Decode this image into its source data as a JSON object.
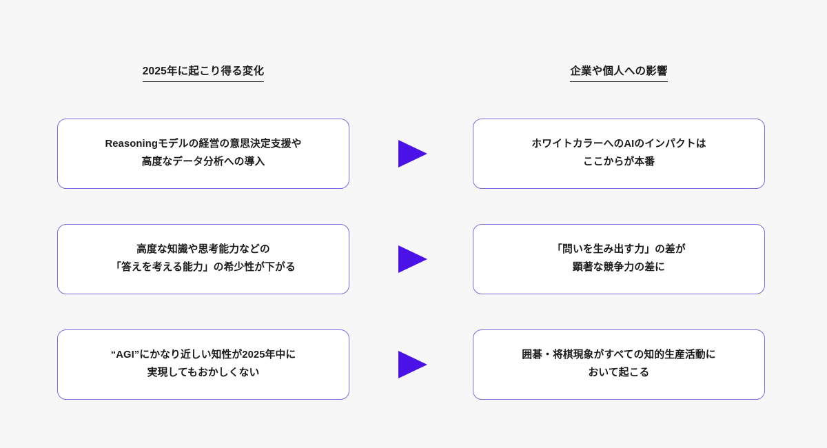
{
  "page": {
    "background_color": "#f7f7f7",
    "text_color": "#1a1a1a",
    "box_border_color": "#7d6be0",
    "box_fill_color": "#ffffff",
    "arrow_color": "#4b12e8"
  },
  "columns": {
    "left_header": "2025年に起こり得る変化",
    "right_header": "企業や個人への影響"
  },
  "rows": [
    {
      "cause": "Reasoningモデルの経営の意思決定支援や\n高度なデータ分析への導入",
      "arrow_icon": "triangle-right-icon",
      "effect": "ホワイトカラーへのAIのインパクトは\nここからが本番"
    },
    {
      "cause": "高度な知識や思考能力などの\n「答えを考える能力」の希少性が下がる",
      "arrow_icon": "triangle-right-icon",
      "effect": "「問いを生み出す力」の差が\n顕著な競争力の差に"
    },
    {
      "cause": "“AGI”にかなり近しい知性が2025年中に\n実現してもおかしくない",
      "arrow_icon": "triangle-right-icon",
      "effect": "囲碁・将棋現象がすべての知的生産活動に\nおいて起こる"
    }
  ]
}
